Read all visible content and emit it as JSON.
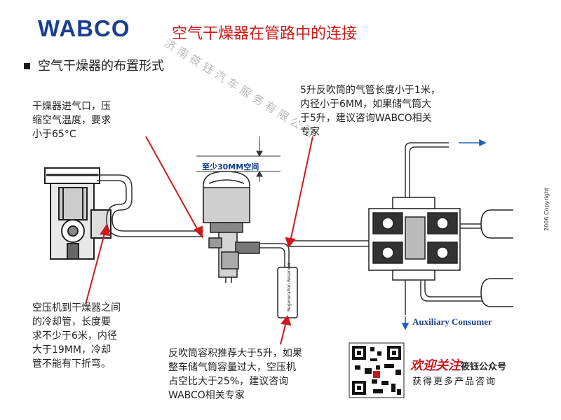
{
  "header": {
    "logo": "WABCO",
    "title": "空气干燥器在管路中的连接"
  },
  "section": {
    "heading": "空气干燥器的布置形式"
  },
  "notes": {
    "inlet": "干燥器进气口，压\n缩空气温度，要求\n小于65°C",
    "pipe": "5升反吹筒的气管长度小于1米，\n内径小于6MM，如果储气筒大\n于5升，建议咨询WABCO相关\n专家",
    "cooling": "空压机到干燥器之间\n的冷却管，长度要\n求不少于6米，内径\n大于19MM，冷却\n管不能有下折弯。",
    "reservoir": "反吹筒容积推荐大于5升，如果\n整车储气筒容量过大，空压机\n占空比大于25%，建议咨询\nWABCO相关专家"
  },
  "diagram": {
    "gap_label": "至少30MM空间",
    "regen_label": "Regeneration Reservoir",
    "aux_label": "Auxiliary Consumer"
  },
  "copyright": "2006 Copyright",
  "watermark": "济 南 筱 钰 汽 车 服 务 有 限 公 司",
  "promo": {
    "line1": "欢迎关注",
    "line1_suffix": "筱钰公众号",
    "line2": "获得更多产品咨询"
  },
  "colors": {
    "brand": "#1b3f8f",
    "title_red": "#cc1a1a",
    "arrow_red": "#d01818",
    "arrow_blue": "#1f5fb4"
  }
}
